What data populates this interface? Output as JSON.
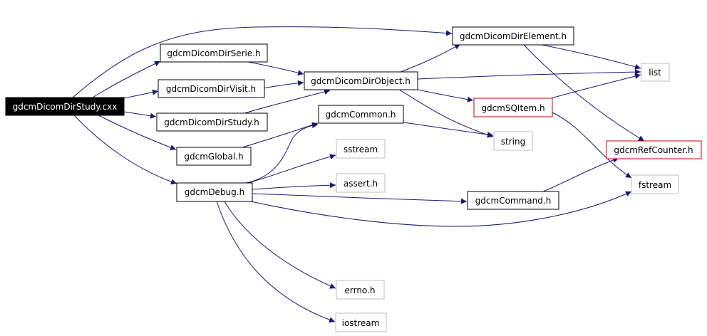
{
  "colors": {
    "edge": "#191970",
    "node_border": "#000000",
    "system_header_border": "#bfbfbf",
    "missing_header_border": "#cc0000",
    "root_fill": "#000000",
    "root_text": "#ffffff"
  },
  "nodes": {
    "root": "gdcmDicomDirStudy.cxx",
    "dirserie": "gdcmDicomDirSerie.h",
    "dirvisit": "gdcmDicomDirVisit.h",
    "dirstudy": "gdcmDicomDirStudy.h",
    "global": "gdcmGlobal.h",
    "debug": "gdcmDebug.h",
    "direlement": "gdcmDicomDirElement.h",
    "dirobject": "gdcmDicomDirObject.h",
    "common": "gdcmCommon.h",
    "sqitem": "gdcmSQItem.h",
    "list": "list",
    "string": "string",
    "sstream": "sstream",
    "assert": "assert.h",
    "command": "gdcmCommand.h",
    "refcounter": "gdcmRefCounter.h",
    "fstream": "fstream",
    "errno": "errno.h",
    "iostream": "iostream"
  }
}
